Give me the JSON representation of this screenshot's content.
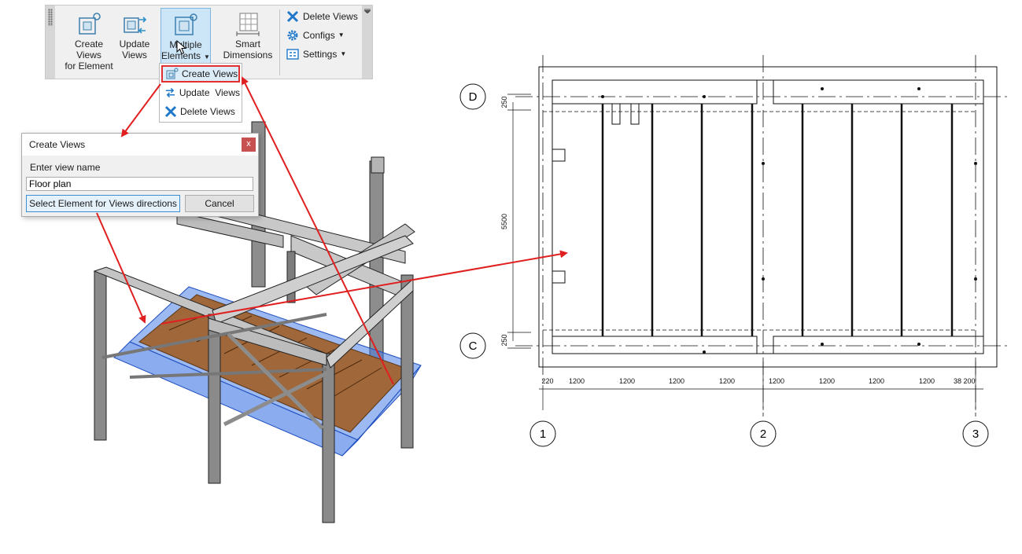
{
  "ribbon": {
    "create_views_element": {
      "line1": "Create Views",
      "line2": "for Element"
    },
    "update_views": {
      "line1": "Update",
      "line2": "Views"
    },
    "multiple_elements": {
      "line1": "Multiple",
      "line2": "Elements"
    },
    "smart_dimensions": {
      "line1": "Smart",
      "line2": "Dimensions"
    },
    "delete_views": "Delete Views",
    "configs": "Configs",
    "settings": "Settings"
  },
  "dropdown": {
    "items": [
      {
        "label": "Create Views",
        "icon": "create-views-icon"
      },
      {
        "label": "Update  Views",
        "icon": "update-views-icon"
      },
      {
        "label": "Delete Views",
        "icon": "delete-icon"
      }
    ]
  },
  "dialog": {
    "title": "Create Views",
    "close": "x",
    "prompt": "Enter view name",
    "input_value": "Floor plan",
    "select_button": "Select Element for Views directions",
    "cancel_button": "Cancel"
  },
  "plan": {
    "grid_rows": [
      "D",
      "C"
    ],
    "grid_columns": [
      "1",
      "2",
      "3"
    ],
    "vertical_dims": [
      "250",
      "5500",
      "250"
    ],
    "horizontal_dims": [
      "220",
      "1200",
      "1200",
      "1200",
      "1200",
      "1200",
      "1200",
      "1200",
      "1200",
      "38",
      "200"
    ]
  },
  "colors": {
    "accent_red": "#e02020",
    "highlight_blue": "#4d7fe6",
    "deck_brown": "#a0673a"
  }
}
